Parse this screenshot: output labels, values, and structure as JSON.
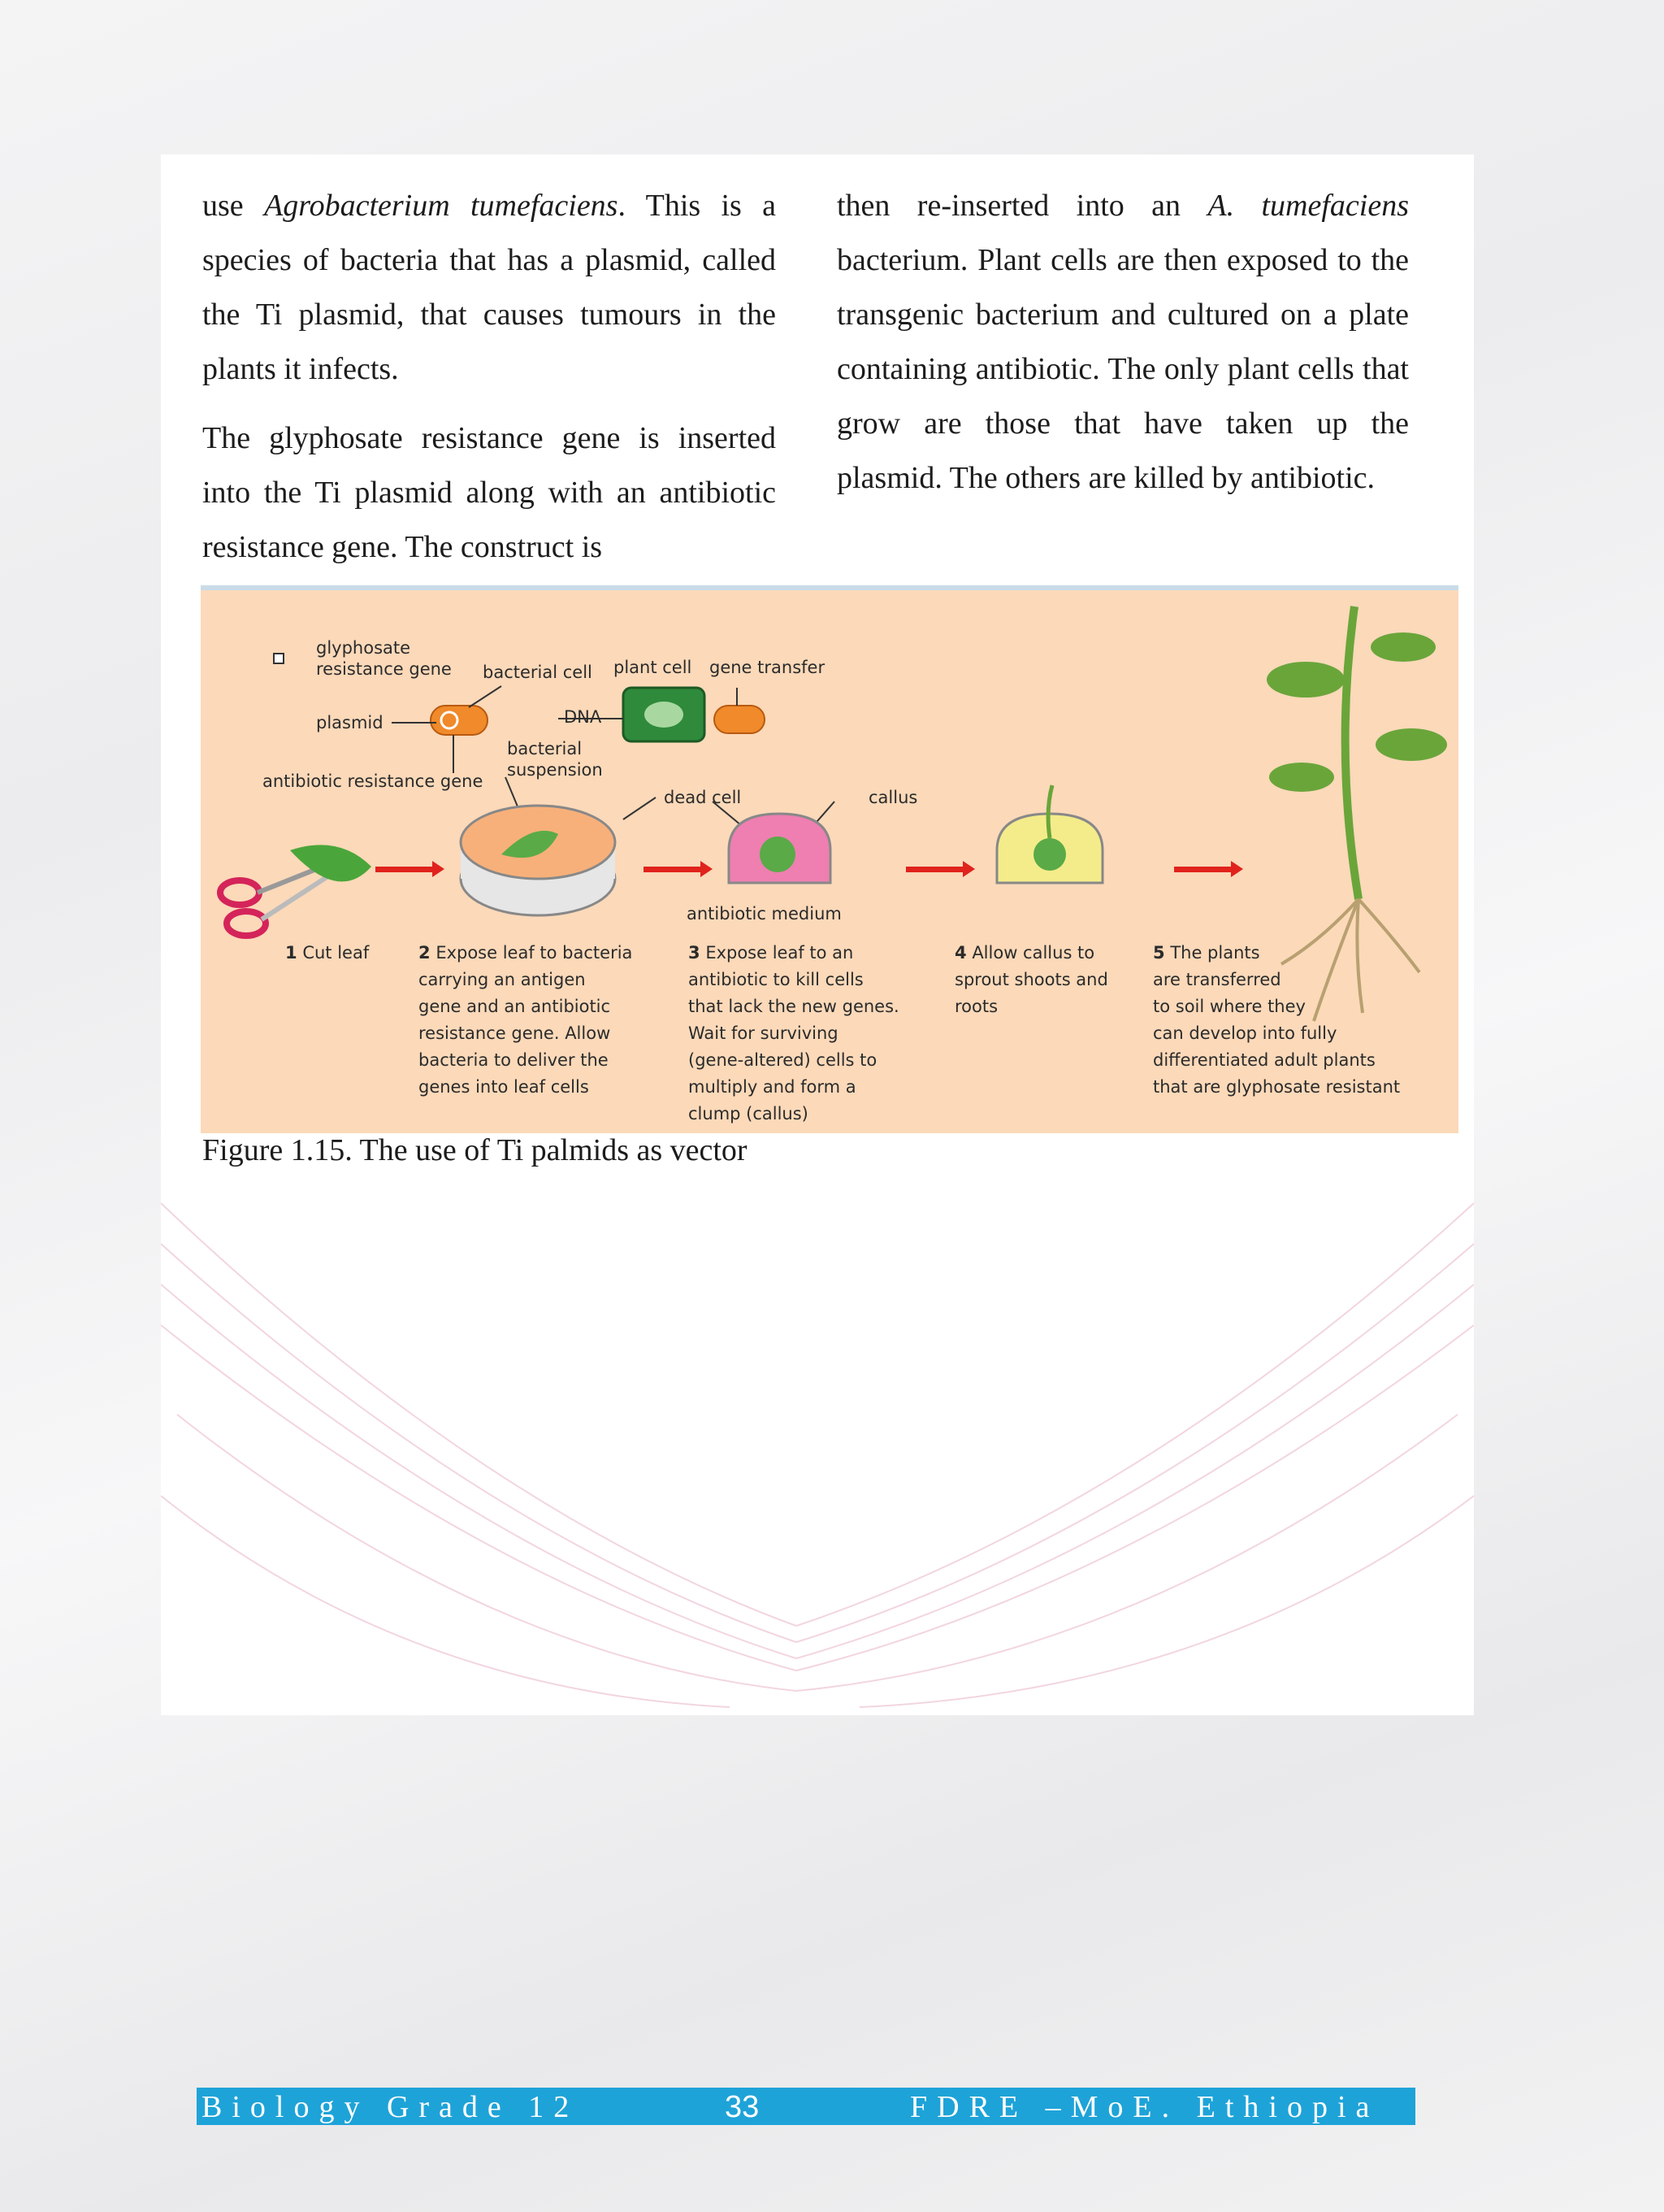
{
  "body_text": {
    "left_p1_a": "use ",
    "left_p1_em": "Agrobacterium tumefaciens",
    "left_p1_b": ". This is a species of bacteria that has a plasmid, called the Ti plasmid, that causes tumours in the plants it infects.",
    "left_p2": "The glyphosate resistance gene is inserted into the Ti plasmid along with an antibiotic resistance gene. The construct is",
    "right_p1_a": "then re-inserted into an ",
    "right_p1_em": "A. tumefaciens",
    "right_p1_b": " bacterium. Plant cells are then exposed to the transgenic bacterium and cultured on a plate containing antibiotic. The only plant cells that grow are those that have taken up the plasmid. The others are killed by antibiotic."
  },
  "figure": {
    "labels": {
      "glyphosate_gene": "glyphosate\nresistance gene",
      "bacterial_cell": "bacterial cell",
      "plant_cell": "plant cell",
      "gene_transfer": "gene transfer",
      "plasmid": "plasmid",
      "dna": "DNA",
      "bacterial_suspension": "bacterial\nsuspension",
      "antibiotic_gene": "antibiotic resistance gene",
      "dead_cell": "dead cell",
      "callus": "callus",
      "antibiotic_medium": "antibiotic medium"
    },
    "steps": [
      {
        "num": "1",
        "text": "Cut leaf"
      },
      {
        "num": "2",
        "text": "Expose leaf to bacteria\ncarrying an antigen\ngene and an antibiotic\nresistance gene. Allow\nbacteria to deliver the\ngenes into leaf cells"
      },
      {
        "num": "3",
        "text": "Expose leaf to an\nantibiotic to kill cells\nthat lack the new genes.\nWait for surviving\n(gene-altered) cells to\nmultiply and form a\nclump (callus)"
      },
      {
        "num": "4",
        "text": "Allow callus to\nsprout shoots and\nroots"
      },
      {
        "num": "5",
        "text": "The plants\nare transferred\nto soil where they\ncan develop into fully\ndifferentiated adult plants\nthat are glyphosate resistant"
      }
    ],
    "caption": "Figure 1.15. The use of Ti palmids as vector",
    "colors": {
      "background": "#fbd9b9",
      "arrow": "#e0231c",
      "plant": "#6aa53a",
      "dish_pink": "#ee7fb0",
      "dish_yellow": "#f4ec8a"
    }
  },
  "footer": {
    "left": "Biology Grade 12",
    "page_number": "33",
    "right": "FDRE –MoE. Ethiopia",
    "color": "#1ea3d8"
  }
}
